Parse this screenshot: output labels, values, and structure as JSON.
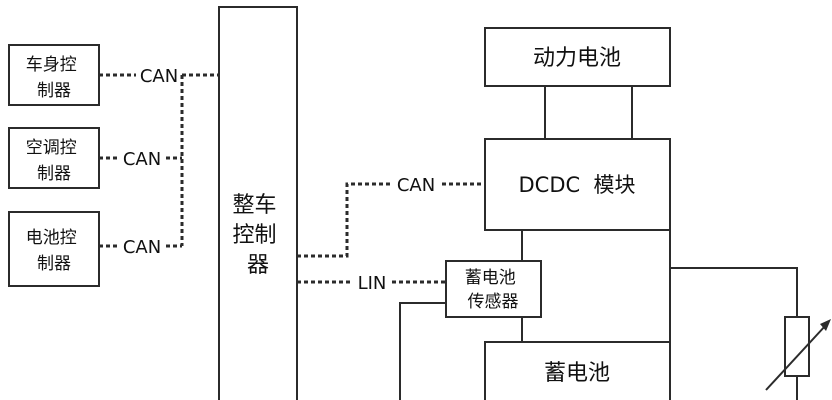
{
  "nodes": {
    "body_ctrl": [
      "车身控",
      "制器"
    ],
    "ac_ctrl": [
      "空调控",
      "制器"
    ],
    "battery_ctrl": [
      "电池控",
      "制器"
    ],
    "vehicle_ctrl": [
      "整车",
      "控制",
      "器"
    ],
    "power_battery": "动力电池",
    "dcdc_module": "DCDC  模块",
    "battery_sensor": [
      "蓄电池",
      "传感器"
    ],
    "storage_battery": "蓄电池"
  },
  "bus_labels": {
    "can_body": "CAN",
    "can_ac": "CAN",
    "can_battery": "CAN",
    "can_dcdc": "CAN",
    "lin_sensor": "LIN"
  },
  "colors": {
    "line": "#2b2b2b",
    "text": "#111111",
    "background": "#ffffff"
  }
}
